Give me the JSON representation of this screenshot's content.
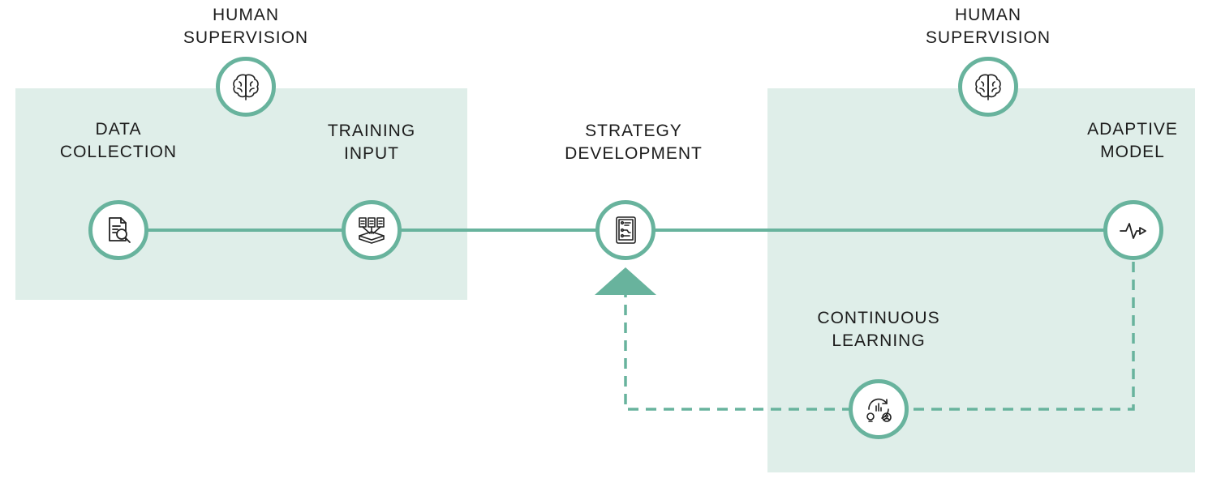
{
  "colors": {
    "accent": "#68b39d",
    "panel": "#dfeee9",
    "text": "#1c1c1c",
    "icon": "#222222"
  },
  "supervision_left": {
    "line1": "HUMAN",
    "line2": "SUPERVISION",
    "icon": "brain-icon"
  },
  "supervision_right": {
    "line1": "HUMAN",
    "line2": "SUPERVISION",
    "icon": "brain-icon"
  },
  "nodes": {
    "data_collection": {
      "line1": "DATA",
      "line2": "COLLECTION",
      "icon": "document-search-icon"
    },
    "training_input": {
      "line1": "TRAINING",
      "line2": "INPUT",
      "icon": "documents-into-box-icon"
    },
    "strategy_development": {
      "line1": "STRATEGY",
      "line2": "DEVELOPMENT",
      "icon": "circuit-tablet-icon"
    },
    "adaptive_model": {
      "line1": "ADAPTIVE",
      "line2": "MODEL",
      "icon": "signal-wave-icon"
    },
    "continuous_learning": {
      "line1": "CONTINUOUS",
      "line2": "LEARNING",
      "icon": "learning-cycle-icon"
    }
  }
}
